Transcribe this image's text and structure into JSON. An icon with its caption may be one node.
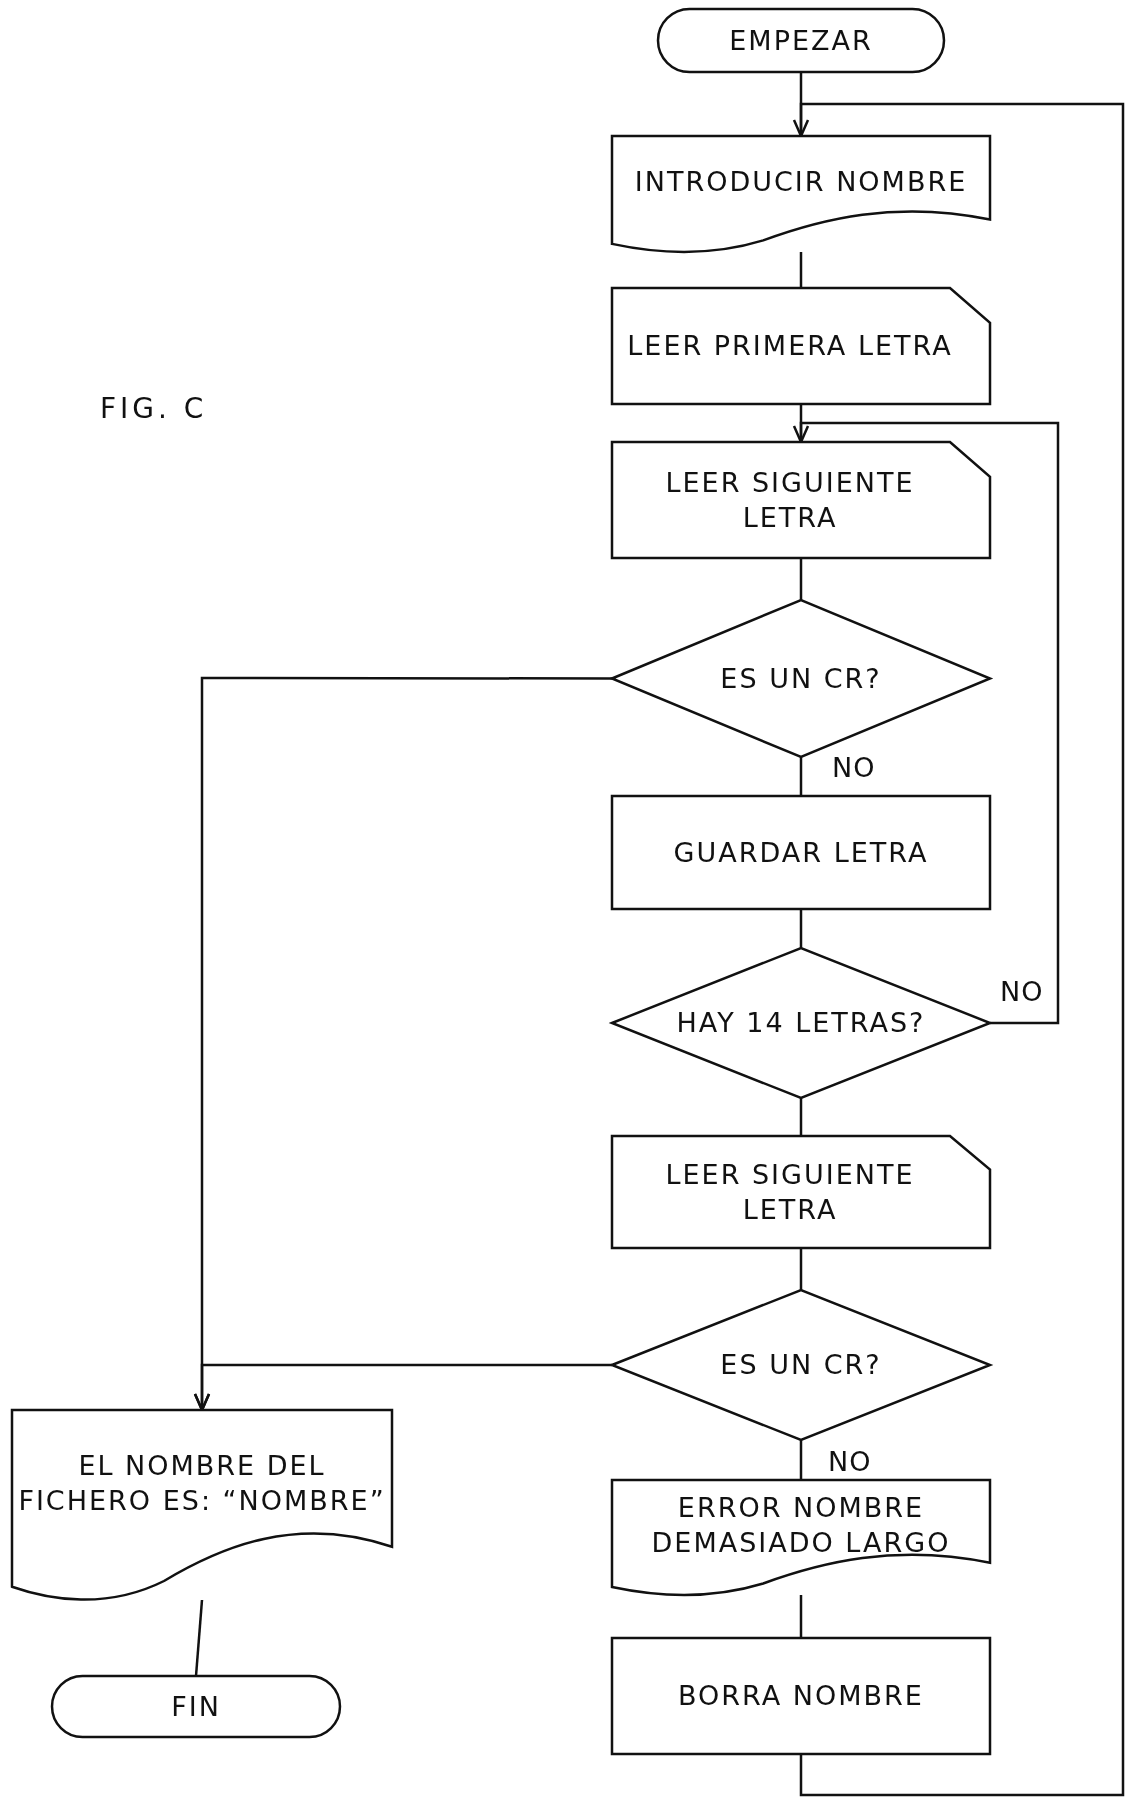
{
  "diagram": {
    "nodes": [
      {
        "text": [
          "EMPEZAR"
        ]
      },
      {
        "text": [
          "INTRODUCIR NOMBRE"
        ]
      },
      {
        "text": [
          "LEER PRIMERA LETRA"
        ]
      },
      {
        "text": [
          "LEER SIGUIENTE LETRA"
        ]
      },
      {
        "text": [
          "ES UN CR?"
        ]
      },
      {
        "text": [
          "GUARDAR LETRA"
        ]
      },
      {
        "text": [
          "HAY 14 LETRAS?"
        ]
      },
      {
        "text": [
          "LEER SIGUIENTE LETRA"
        ]
      },
      {
        "text": [
          "ES UN CR?"
        ]
      },
      {
        "text": [
          "ERROR NOMBRE DEMASIADO LARGO"
        ]
      },
      {
        "text": [
          "BORRA NOMBRE"
        ]
      },
      {
        "text": [
          "EL NOMBRE DEL FICHERO ES: “NOMBRE”"
        ]
      },
      {
        "text": [
          "FIN"
        ]
      }
    ],
    "edges": [
      {
        "from": 0,
        "to": 1,
        "arrow": "none"
      },
      {
        "from": 1,
        "to": 2,
        "arrow": "none"
      },
      {
        "from": 2,
        "to": 3,
        "arrow": "none"
      },
      {
        "from": 3,
        "to": 4,
        "arrow": "none"
      },
      {
        "from": 4,
        "to": 11,
        "arrow": "to"
      },
      {
        "from": 4,
        "to": 5,
        "arrow": "none",
        "label": "NO"
      },
      {
        "from": 5,
        "to": 6,
        "arrow": "none"
      },
      {
        "from": 6,
        "to": 3,
        "arrow": "to",
        "label": "NO"
      },
      {
        "from": 6,
        "to": 7,
        "arrow": "none"
      },
      {
        "from": 7,
        "to": 8,
        "arrow": "none"
      },
      {
        "from": 8,
        "to": 11,
        "arrow": "to"
      },
      {
        "from": 8,
        "to": 9,
        "arrow": "none",
        "label": "NO"
      },
      {
        "from": 9,
        "to": 10,
        "arrow": "none"
      },
      {
        "from": 10,
        "to": 1,
        "arrow": "to"
      },
      {
        "from": 11,
        "to": 12,
        "arrow": "none"
      }
    ],
    "labels": [
      "FIG. C"
    ]
  }
}
